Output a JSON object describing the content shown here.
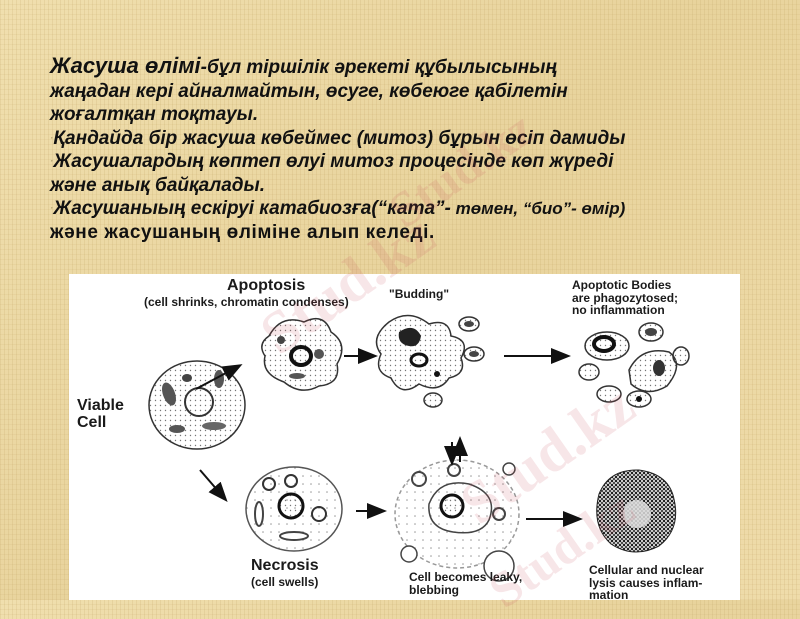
{
  "slide": {
    "title": "Жасуша өлімі",
    "paragraphs": [
      {
        "title": "Жасуша өлімі",
        "rest": "-бұл тіршілік әрекеті құбылысының",
        "line2": "жаңадан кері айналмайтын, өсуге, көбеюге қабілетін",
        "line3": "жоғалтқан тоқтауы."
      },
      {
        "text": "Қандайда бір жасуша көбеймес (митоз) бұрын өсіп дамиды"
      },
      {
        "line1": "Жасушалардың көптеп өлуі митоз процесінде көп жүреді",
        "line2": "және анық байқалады."
      },
      {
        "line1_main": "Жасушаныың ескіруі катабиозға(“ката”-",
        "line1_small": " төмен, “био”- өмір)",
        "line2": "және жасушаның өліміне алып келеді."
      }
    ],
    "bullet_glyph": "·"
  },
  "diagram": {
    "labels": {
      "apoptosis_title": "Apoptosis",
      "apoptosis_sub": "(cell shrinks, chromatin condenses)",
      "budding": "\"Budding\"",
      "apoptotic_bodies": [
        "Apoptotic Bodies",
        "are phagozytosed;",
        "no inflammation"
      ],
      "viable_cell": [
        "Viable",
        "Cell"
      ],
      "necrosis_title": "Necrosis",
      "necrosis_sub": "(cell swells)",
      "leaky": [
        "Cell becomes leaky,",
        "blebbing"
      ],
      "lysis": [
        "Cellular and nuclear",
        "lysis causes inflam-",
        "mation"
      ]
    }
  },
  "watermark": {
    "text": "Stud.kz",
    "color": "#c8505a"
  },
  "colors": {
    "background": "#ecd9a6",
    "text": "#111111",
    "diagram_bg": "#ffffff"
  }
}
